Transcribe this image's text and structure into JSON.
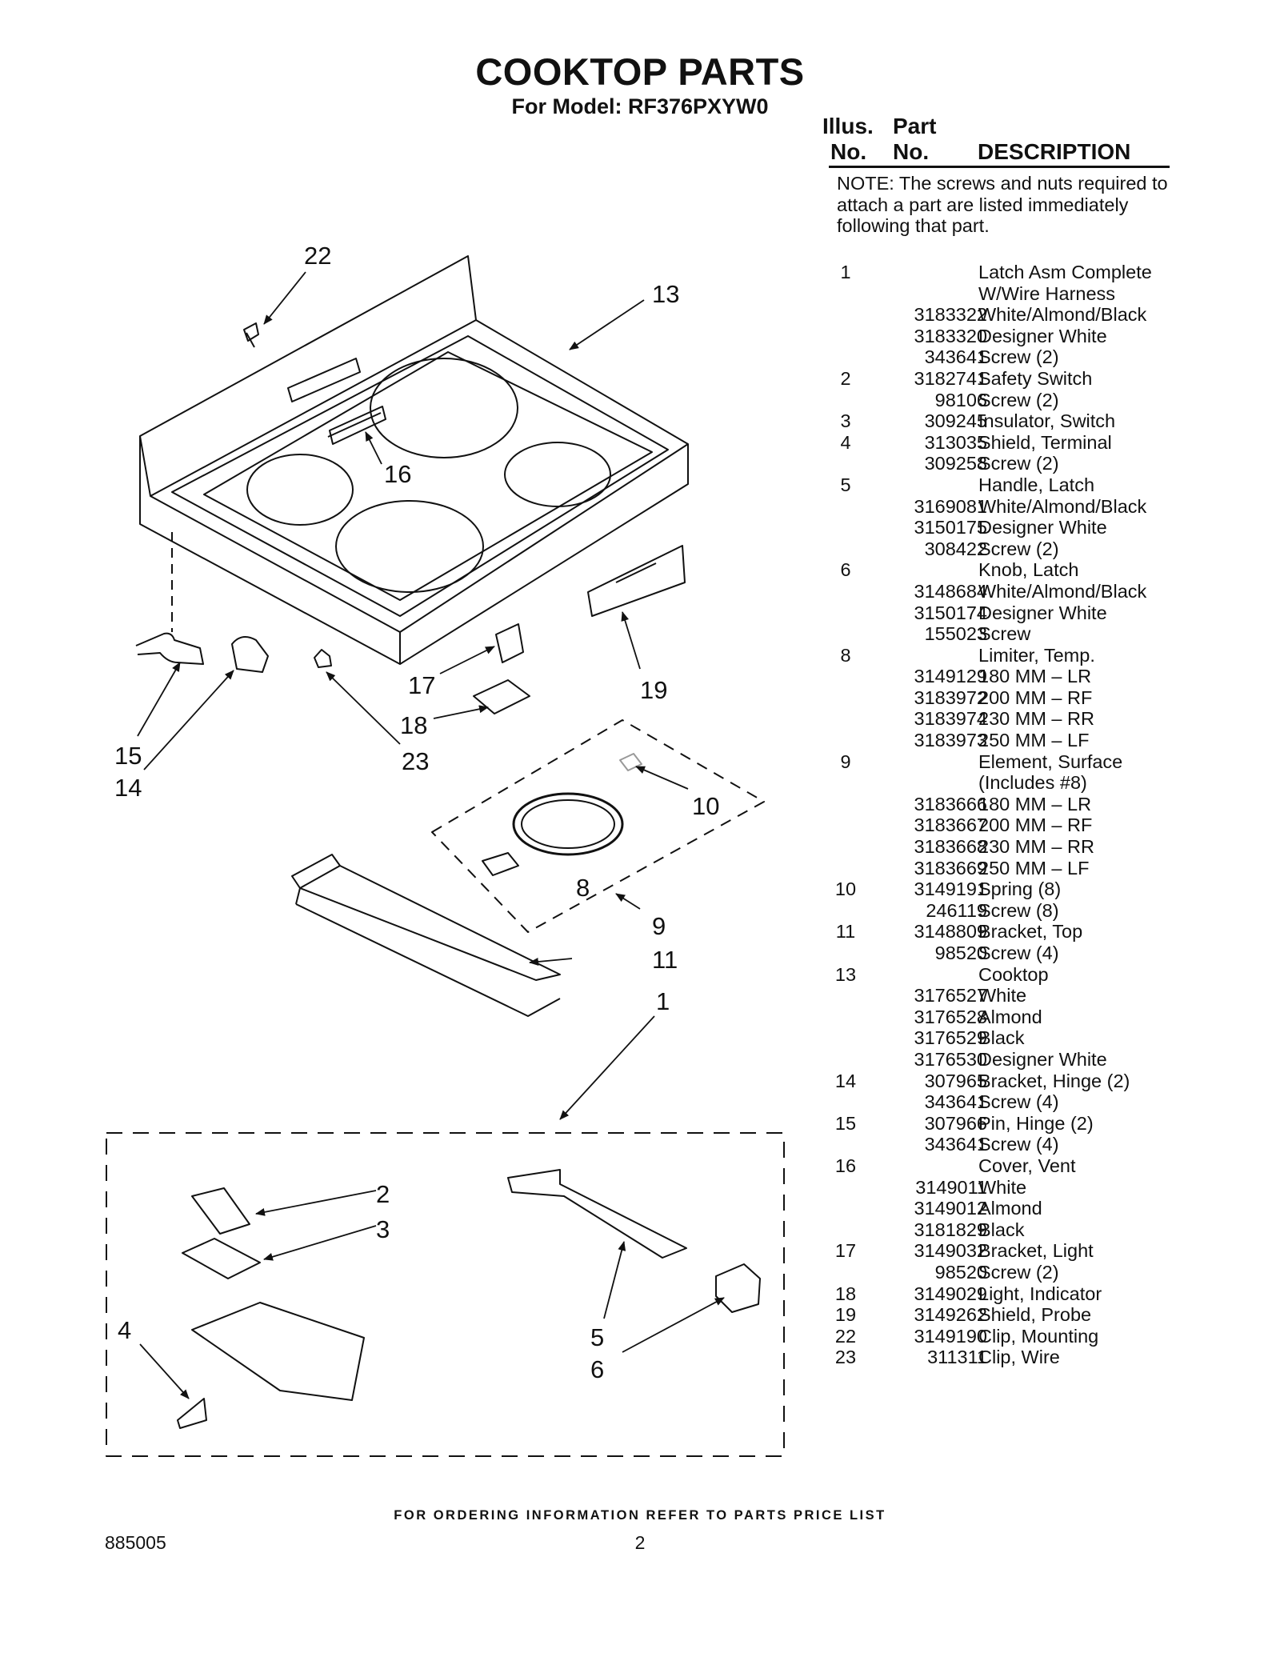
{
  "title": "COOKTOP PARTS",
  "subtitle": "For Model: RF376PXYW0",
  "table_header": {
    "illus_line1": "Illus.",
    "illus_line2": "No.",
    "part_line1": "Part",
    "part_line2": "No.",
    "description": "DESCRIPTION"
  },
  "note": "NOTE: The screws and nuts required to attach a part are listed immediately following that part.",
  "parts": [
    {
      "illus": "1",
      "part": "",
      "desc": "Latch Asm Complete"
    },
    {
      "illus": "",
      "part": "",
      "desc": "W/Wire Harness"
    },
    {
      "illus": "",
      "part": "3183322",
      "desc": "White/Almond/Black"
    },
    {
      "illus": "",
      "part": "3183320",
      "desc": "Designer White"
    },
    {
      "illus": "",
      "part": "343641",
      "desc": "Screw (2)"
    },
    {
      "illus": "2",
      "part": "3182741",
      "desc": "Safety Switch"
    },
    {
      "illus": "",
      "part": "98106",
      "desc": "Screw (2)"
    },
    {
      "illus": "3",
      "part": "309245",
      "desc": "Insulator, Switch"
    },
    {
      "illus": "4",
      "part": "313035",
      "desc": "Shield, Terminal"
    },
    {
      "illus": "",
      "part": "309258",
      "desc": "Screw (2)"
    },
    {
      "illus": "5",
      "part": "",
      "desc": "Handle, Latch"
    },
    {
      "illus": "",
      "part": "3169081",
      "desc": "White/Almond/Black"
    },
    {
      "illus": "",
      "part": "3150175",
      "desc": "Designer White"
    },
    {
      "illus": "",
      "part": "308422",
      "desc": "Screw (2)"
    },
    {
      "illus": "6",
      "part": "",
      "desc": "Knob, Latch"
    },
    {
      "illus": "",
      "part": "3148684",
      "desc": "White/Almond/Black"
    },
    {
      "illus": "",
      "part": "3150174",
      "desc": "Designer White"
    },
    {
      "illus": "",
      "part": "155023",
      "desc": "Screw"
    },
    {
      "illus": "8",
      "part": "",
      "desc": "Limiter, Temp."
    },
    {
      "illus": "",
      "part": "3149129",
      "desc": "180 MM – LR"
    },
    {
      "illus": "",
      "part": "3183972",
      "desc": "200 MM – RF"
    },
    {
      "illus": "",
      "part": "3183974",
      "desc": "230 MM – RR"
    },
    {
      "illus": "",
      "part": "3183973",
      "desc": "250 MM – LF"
    },
    {
      "illus": "9",
      "part": "",
      "desc": "Element, Surface"
    },
    {
      "illus": "",
      "part": "",
      "desc": "(Includes #8)"
    },
    {
      "illus": "",
      "part": "3183666",
      "desc": "180 MM – LR"
    },
    {
      "illus": "",
      "part": "3183667",
      "desc": "200 MM – RF"
    },
    {
      "illus": "",
      "part": "3183668",
      "desc": "230 MM – RR"
    },
    {
      "illus": "",
      "part": "3183669",
      "desc": "250 MM – LF"
    },
    {
      "illus": "10",
      "part": "3149191",
      "desc": "Spring (8)"
    },
    {
      "illus": "",
      "part": "246119",
      "desc": "Screw (8)"
    },
    {
      "illus": "11",
      "part": "3148809",
      "desc": "Bracket, Top"
    },
    {
      "illus": "",
      "part": "98520",
      "desc": "Screw (4)"
    },
    {
      "illus": "13",
      "part": "",
      "desc": "Cooktop"
    },
    {
      "illus": "",
      "part": "3176527",
      "desc": "White"
    },
    {
      "illus": "",
      "part": "3176528",
      "desc": "Almond"
    },
    {
      "illus": "",
      "part": "3176529",
      "desc": "Black"
    },
    {
      "illus": "",
      "part": "3176530",
      "desc": "Designer White"
    },
    {
      "illus": "14",
      "part": "307965",
      "desc": "Bracket, Hinge (2)"
    },
    {
      "illus": "",
      "part": "343641",
      "desc": "Screw (4)"
    },
    {
      "illus": "15",
      "part": "307966",
      "desc": "Pin, Hinge (2)"
    },
    {
      "illus": "",
      "part": "343641",
      "desc": "Screw (4)"
    },
    {
      "illus": "16",
      "part": "",
      "desc": "Cover, Vent"
    },
    {
      "illus": "",
      "part": "3149011",
      "desc": "White"
    },
    {
      "illus": "",
      "part": "3149012",
      "desc": "Almond"
    },
    {
      "illus": "",
      "part": "3181829",
      "desc": "Black"
    },
    {
      "illus": "17",
      "part": "3149032",
      "desc": "Bracket, Light"
    },
    {
      "illus": "",
      "part": "98520",
      "desc": "Screw (2)"
    },
    {
      "illus": "18",
      "part": "3149029",
      "desc": "Light, Indicator"
    },
    {
      "illus": "19",
      "part": "3149262",
      "desc": "Shield, Probe"
    },
    {
      "illus": "22",
      "part": "3149190",
      "desc": "Clip, Mounting"
    },
    {
      "illus": "23",
      "part": "311311",
      "desc": "Clip, Wire"
    }
  ],
  "callouts": {
    "c22": "22",
    "c13": "13",
    "c16": "16",
    "c17": "17",
    "c18": "18",
    "c19": "19",
    "c15": "15",
    "c14": "14",
    "c23": "23",
    "c10": "10",
    "c8": "8",
    "c9": "9",
    "c11": "11",
    "c1": "1",
    "c2": "2",
    "c3": "3",
    "c4": "4",
    "c5": "5",
    "c6": "6"
  },
  "footer": "FOR ORDERING INFORMATION REFER TO PARTS PRICE LIST",
  "doc_number": "885005",
  "page_number": "2"
}
